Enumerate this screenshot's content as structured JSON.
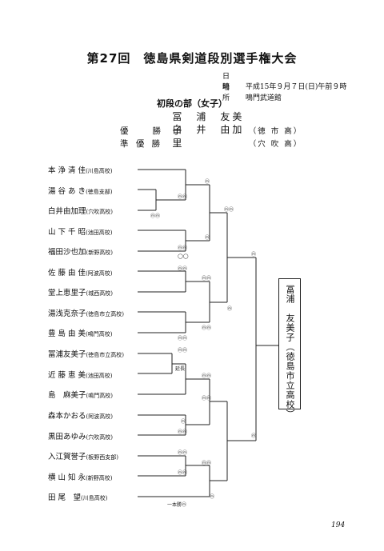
{
  "header": {
    "title": "第27回　徳島県剣道段別選手権大会",
    "date_label": "日　時",
    "date_value": "平成15年９月７日(日)午前９時",
    "venue_label": "場　所",
    "venue_value": "鳴門武道館"
  },
  "division": "初段の部（女子）",
  "results": [
    {
      "label": "優　　勝",
      "name": "冨　浦　友美子",
      "school": "（徳 市 高）"
    },
    {
      "label": "準 優 勝",
      "name": "白　井　由加里",
      "school": "（穴 吹 高）"
    }
  ],
  "players": [
    {
      "name": "本 浄 清 佳",
      "school": "(川島高校)"
    },
    {
      "name": "湯 谷 あ き",
      "school": "(徳島支部)"
    },
    {
      "name": "白井由加理",
      "school": "(穴吹高校)"
    },
    {
      "name": "山 下 千 昭",
      "school": "(池田高校)"
    },
    {
      "name": "福田沙也加",
      "school": "(新野高校)"
    },
    {
      "name": "佐 藤 由 佳",
      "school": "(阿波高校)"
    },
    {
      "name": "堂上恵里子",
      "school": "(城西高校)"
    },
    {
      "name": "湯浅克奈子",
      "school": "(徳島市立高校)"
    },
    {
      "name": "豊 島 由 美",
      "school": "(鳴門高校)"
    },
    {
      "name": "冨浦友美子",
      "school": "(徳島市立高校)"
    },
    {
      "name": "近 藤 恵 美",
      "school": "(池田高校)"
    },
    {
      "name": "島　麻美子",
      "school": "(鳴門高校)"
    },
    {
      "name": "森本かおる",
      "school": "(阿波高校)"
    },
    {
      "name": "黒田あゆみ",
      "school": "(穴吹高校)"
    },
    {
      "name": "入江賀誉子",
      "school": "(板野西支部)"
    },
    {
      "name": "横 山 知 永",
      "school": "(新野高校)"
    },
    {
      "name": "田 尾　望",
      "school": "(川島高校)"
    }
  ],
  "marks": {
    "m1": "ⓜ",
    "m2": "ⓜⓜ",
    "m3": "ⓜⓜ",
    "m4": "ⓜⓜ",
    "m5": "ⓜ",
    "m6": "ⓜⓜ",
    "m7": "◯◯",
    "m8": "ⓜⓜ",
    "m9": "ⓜ",
    "m10": "ⓜⓜ",
    "m11": "ⓜ",
    "m12": "ⓜⓜ",
    "m13": "ⓜⓜ",
    "m14": "ⓜⓜ",
    "m15": "延長",
    "m16": "ⓜⓜ",
    "m17": "ⓜ",
    "m18": "ⓜⓜ",
    "m19": "ⓜ",
    "m20": "ⓜⓜ",
    "m21": "ⓜⓜ",
    "m22": "ⓜ",
    "m23": "ⓜⓜ",
    "m24": "ⓜⓜ",
    "m25": "一本勝ⓜ"
  },
  "champion": {
    "name": "冨浦　友美子",
    "school": "（徳島市立高校）"
  },
  "page_number": "194"
}
